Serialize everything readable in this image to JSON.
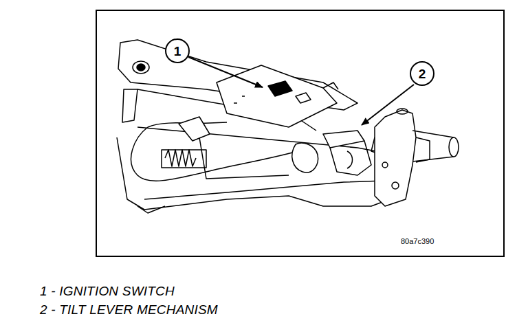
{
  "diagram": {
    "nodes": [
      {
        "text": [
          "1"
        ]
      },
      {
        "text": [
          "2"
        ]
      }
    ],
    "labels": [
      "80a7c390",
      "1 - IGNITION SWITCH",
      "2 - TILT LEVER MECHANISM"
    ]
  }
}
